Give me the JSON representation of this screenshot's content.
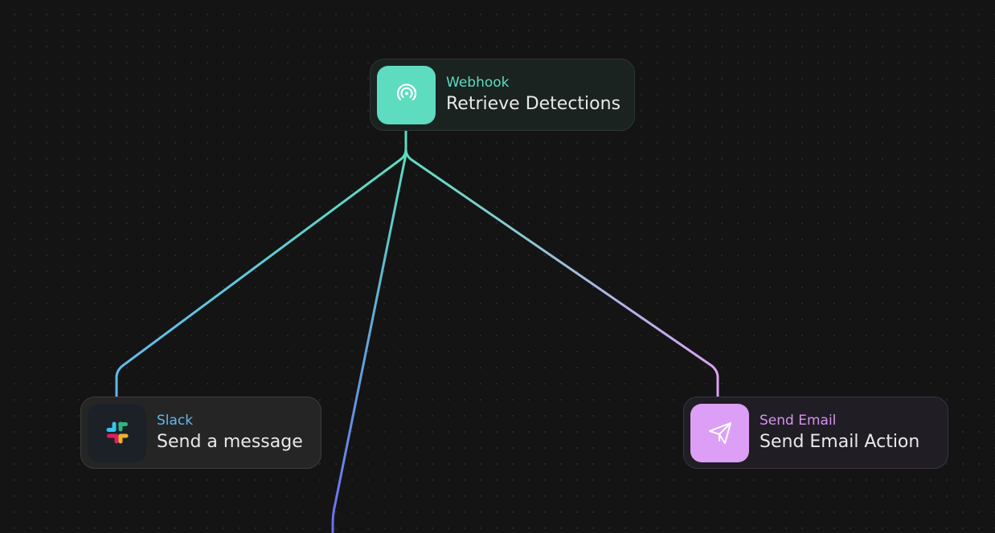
{
  "canvas": {
    "background": "#141414",
    "dot_color": "#2a2a2a"
  },
  "nodes": {
    "webhook": {
      "type_label": "Webhook",
      "title": "Retrieve Detections",
      "icon": "broadcast-icon",
      "accent": "#5ddcc0"
    },
    "slack": {
      "type_label": "Slack",
      "title": "Send a message",
      "icon": "slack-logo-icon",
      "accent": "#62b8ec"
    },
    "email": {
      "type_label": "Send Email",
      "title": "Send Email Action",
      "icon": "paper-plane-icon",
      "accent": "#dd9ff5"
    }
  },
  "edges": [
    {
      "from": "webhook",
      "to": "slack",
      "color_start": "#5ddcc0",
      "color_end": "#62b8ec"
    },
    {
      "from": "webhook",
      "to": "unseen-node-below",
      "color_start": "#5ddcc0",
      "color_end": "#6a6ef0"
    },
    {
      "from": "webhook",
      "to": "email",
      "color_start": "#5ddcc0",
      "color_end": "#dd9ff5"
    }
  ]
}
